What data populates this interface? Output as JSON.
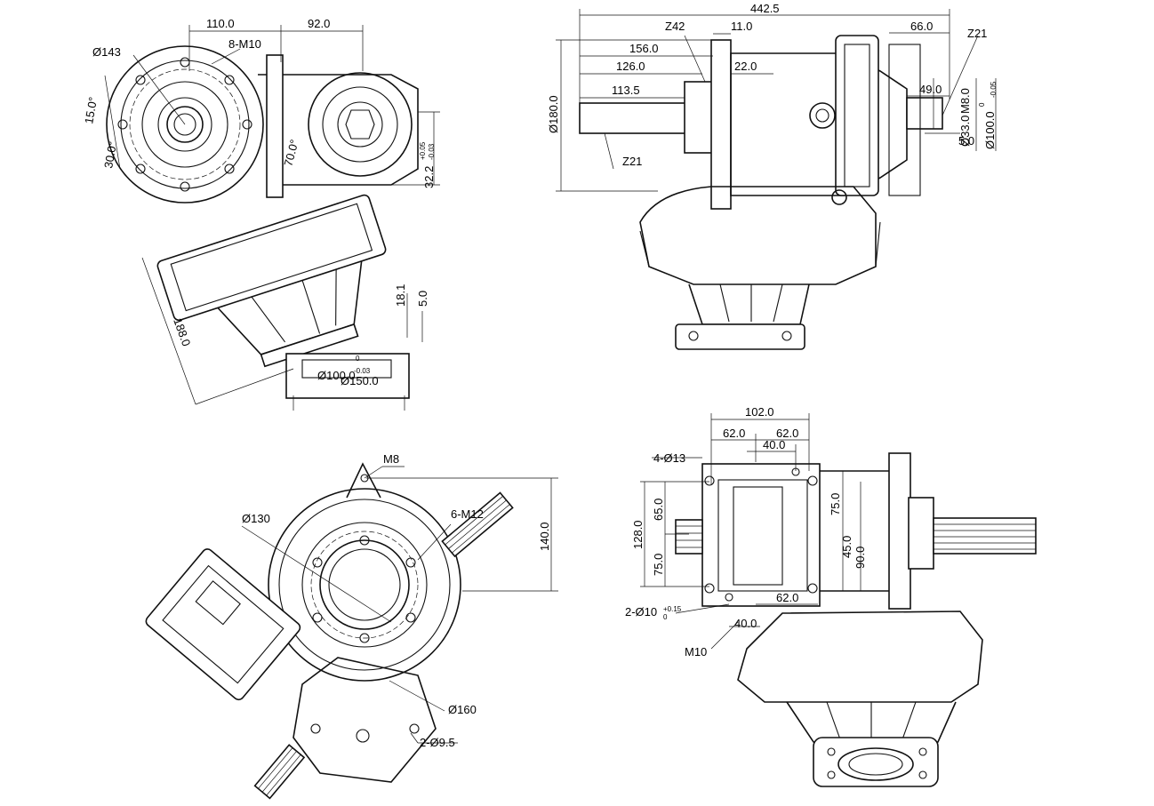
{
  "views": {
    "top_left": {
      "dims": {
        "d110": "110.0",
        "d92": "92.0",
        "m10": "8-M10",
        "dia143": "Ø143",
        "ang15": "15.0°",
        "ang30": "30.0°",
        "ang70": "70.0°",
        "d322": "32.2",
        "d322_tol_up": "+0.05",
        "d322_tol_dn": "-0.03",
        "d188": "188.0",
        "d181": "18.1",
        "d5": "5.0",
        "dia100": "Ø100.0",
        "dia100_tol_up": "0",
        "dia100_tol_dn": "-0.03",
        "dia150": "Ø150.0"
      }
    },
    "top_right": {
      "dims": {
        "d4425": "442.5",
        "z42": "Z42",
        "d11": "11.0",
        "d66": "66.0",
        "z21a": "Z21",
        "d156": "156.0",
        "d126": "126.0",
        "d22": "22.0",
        "d1135": "113.5",
        "dia180": "Ø180.0",
        "d49": "49.0",
        "m8": "M8.0",
        "dia33": "Ø33.0",
        "d5b": "5.0",
        "dia100b": "Ø100.0",
        "dia100b_tol_up": "0",
        "dia100b_tol_dn": "-0.05",
        "z21b": "Z21"
      }
    },
    "bottom_left": {
      "dims": {
        "m8": "M8",
        "dia130": "Ø130",
        "m12": "6-M12",
        "d140": "140.0",
        "dia160": "Ø160",
        "dia95": "2-Ø9.5"
      }
    },
    "bottom_right": {
      "dims": {
        "d102": "102.0",
        "d62a": "62.0",
        "d62b": "62.0",
        "d40a": "40.0",
        "dia13": "4-Ø13",
        "d75a": "75.0",
        "d65": "65.0",
        "d128": "128.0",
        "d75b": "75.0",
        "d45": "45.0",
        "d90": "90.0",
        "d62c": "62.0",
        "dia10": "2-Ø10",
        "dia10_tol_up": "+0.15",
        "dia10_tol_dn": "0",
        "d40b": "40.0",
        "m10": "M10"
      }
    }
  }
}
